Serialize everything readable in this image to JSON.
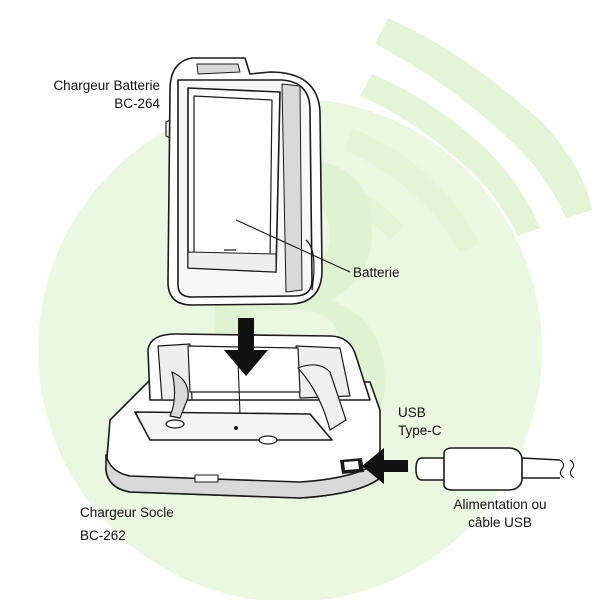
{
  "labels": {
    "battery_charger_name": "Chargeur Batterie",
    "battery_charger_model": "BC-264",
    "battery": "Batterie",
    "usb_line1": "USB",
    "usb_line2": "Type-C",
    "cradle_name": "Chargeur Socle",
    "cradle_model": "BC-262",
    "power_line1": "Alimentation ou",
    "power_line2": "câble USB"
  },
  "colors": {
    "watermark": "#eaf7e1",
    "outline": "#1a1a1a",
    "device_fill": "#ffffff",
    "shade": "#d9d9d9",
    "arrow": "#111111"
  },
  "icons": [
    "down-arrow-icon",
    "left-arrow-icon",
    "usb-plug-icon",
    "watermark-logo-icon"
  ]
}
